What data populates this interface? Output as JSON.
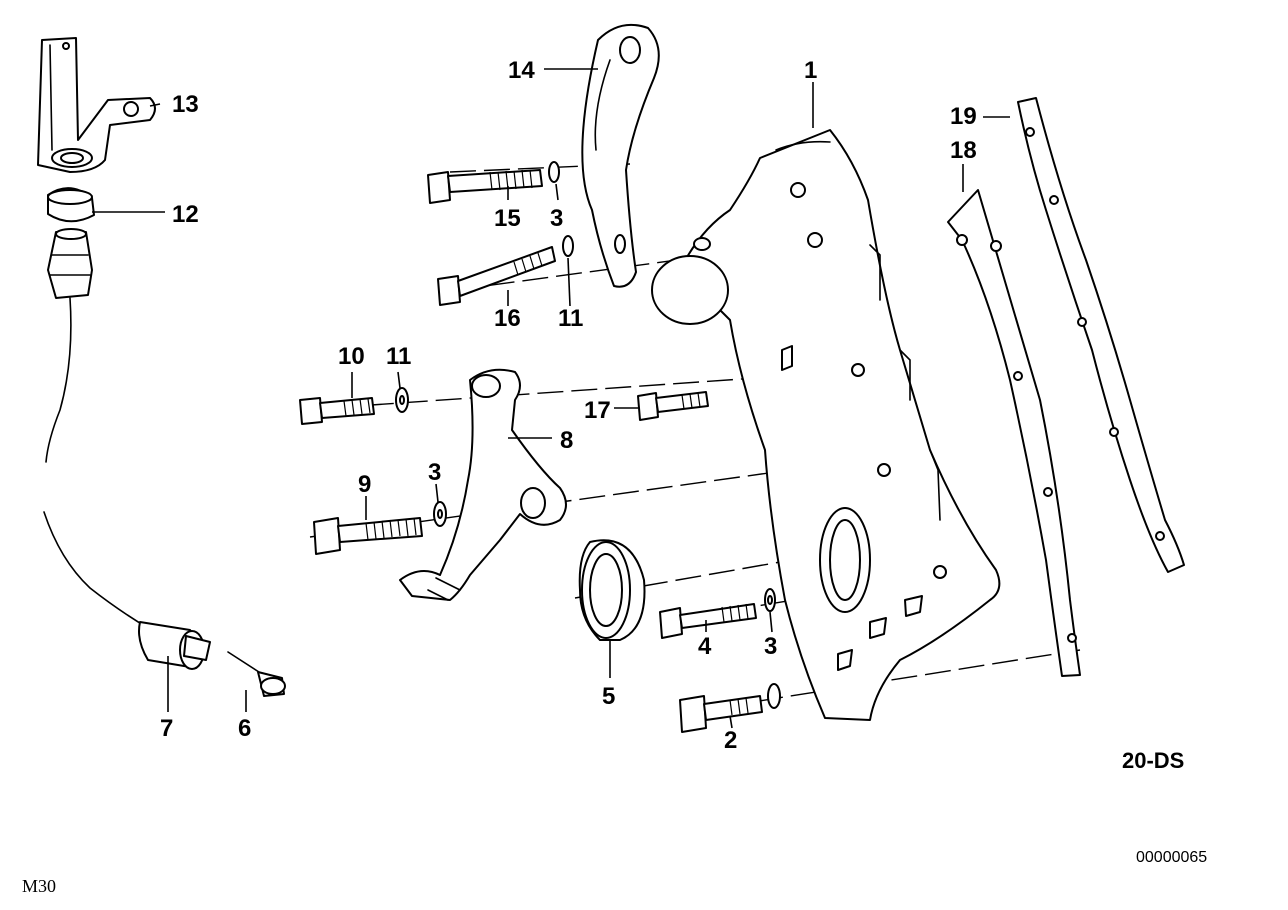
{
  "diagram": {
    "callouts": {
      "c1": "1",
      "c2": "2",
      "c3a": "3",
      "c3b": "3",
      "c3c": "3",
      "c4": "4",
      "c5": "5",
      "c6": "6",
      "c7": "7",
      "c8": "8",
      "c9": "9",
      "c10": "10",
      "c11a": "11",
      "c11b": "11",
      "c12": "12",
      "c13": "13",
      "c14": "14",
      "c15": "15",
      "c16": "16",
      "c17": "17",
      "c18": "18",
      "c19": "19"
    },
    "group_code": "20-DS",
    "document_number": "00000065",
    "engine_code": "M30"
  }
}
